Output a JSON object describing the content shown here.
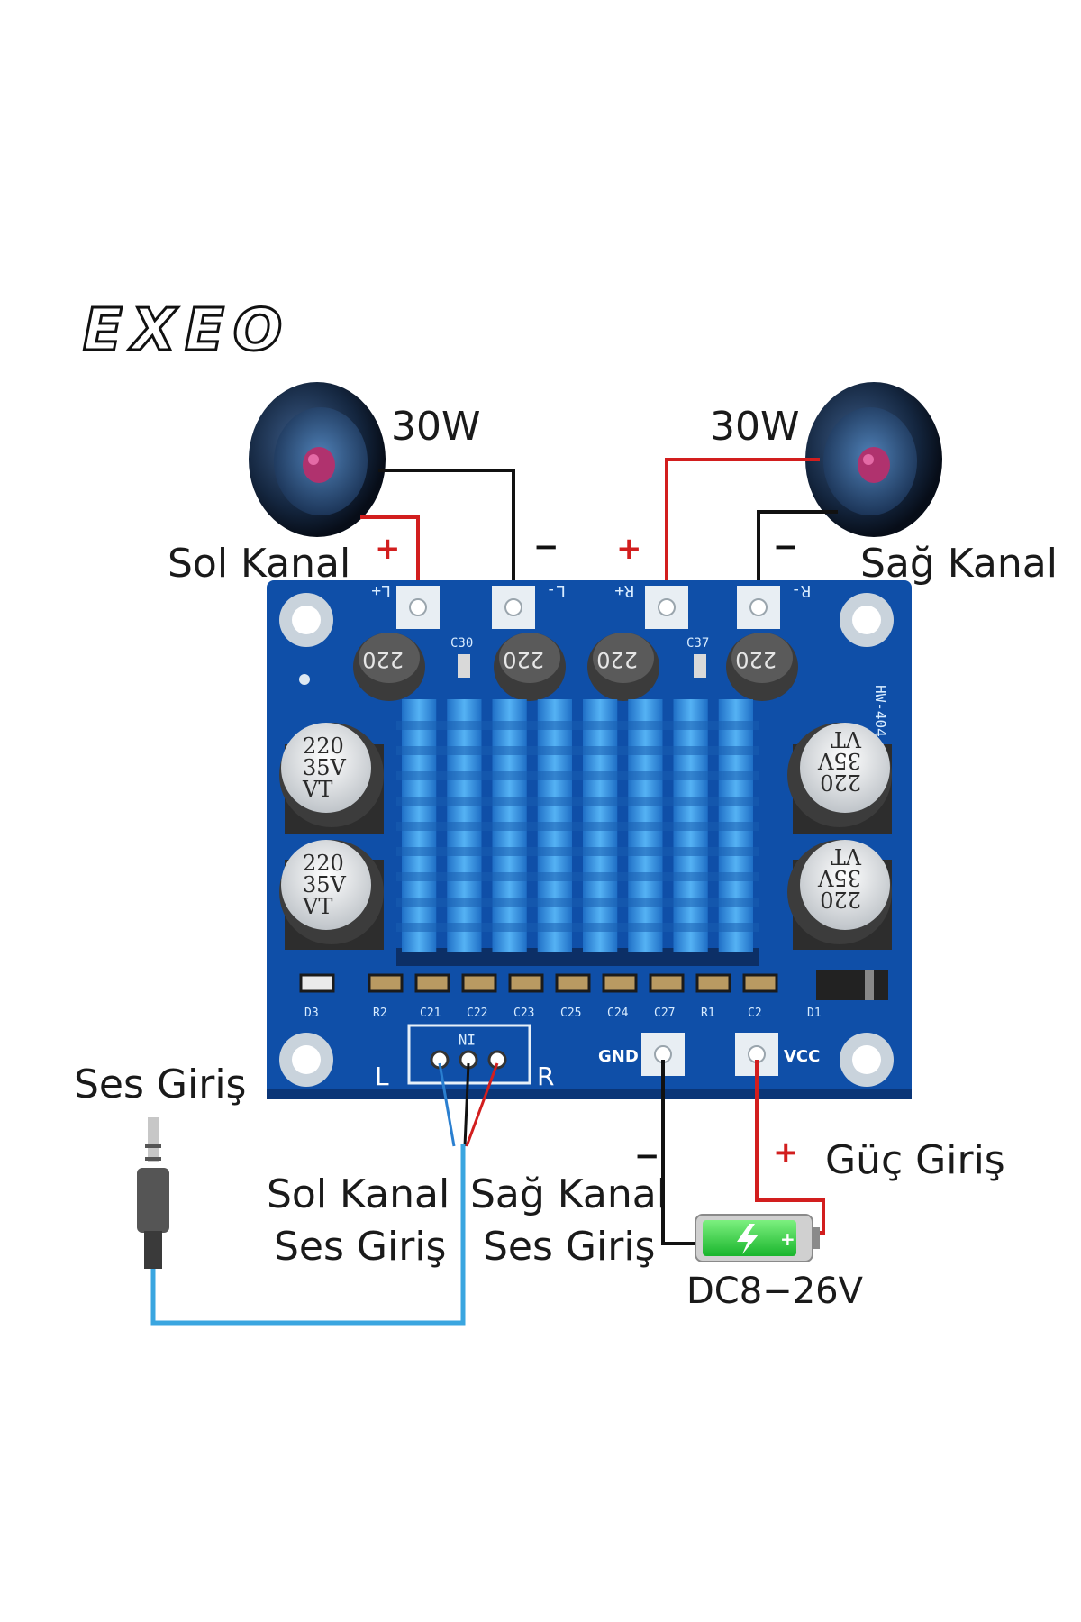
{
  "brand": "EXEO",
  "speakers": {
    "left": {
      "power": "30W",
      "channel_label": "Sol Kanal",
      "plus": "+",
      "minus": "−"
    },
    "right": {
      "power": "30W",
      "channel_label": "Sağ Kanal",
      "plus": "+",
      "minus": "−"
    }
  },
  "board": {
    "model": "HW-404",
    "terminals": [
      "L+",
      "L-",
      "R+",
      "R-"
    ],
    "cap_markings": [
      "C30",
      "C37"
    ],
    "inductor_value": "220",
    "electrolytic": {
      "value": "220",
      "voltage": "35V",
      "series": "VT"
    },
    "bottom_refs": [
      "D3",
      "R2",
      "C21",
      "C22",
      "C23",
      "C25",
      "C24",
      "C27",
      "R1",
      "C2",
      "D1"
    ],
    "input_header": {
      "left": "L",
      "right": "R",
      "center": "IN"
    },
    "power_pins": {
      "gnd": "GND",
      "vcc": "VCC"
    }
  },
  "audio_input": {
    "title": "Ses Giriş",
    "left_line1": "Sol Kanal",
    "left_line2": "Ses Giriş",
    "right_line1": "Sağ Kanal",
    "right_line2": "Ses Giriş"
  },
  "power_input": {
    "title": "Güç Giriş",
    "plus": "+",
    "minus": "−",
    "battery_plus": "+",
    "voltage": "DC8−26V"
  },
  "colors": {
    "pcb": "#0f4fa8",
    "heatsink": "#2e8fe0",
    "wire_red": "#d21e1e",
    "wire_black": "#111111",
    "wire_blue": "#2a7fd0",
    "audio_cable": "#3aa6e0",
    "battery_green": "#3ddc4f"
  }
}
